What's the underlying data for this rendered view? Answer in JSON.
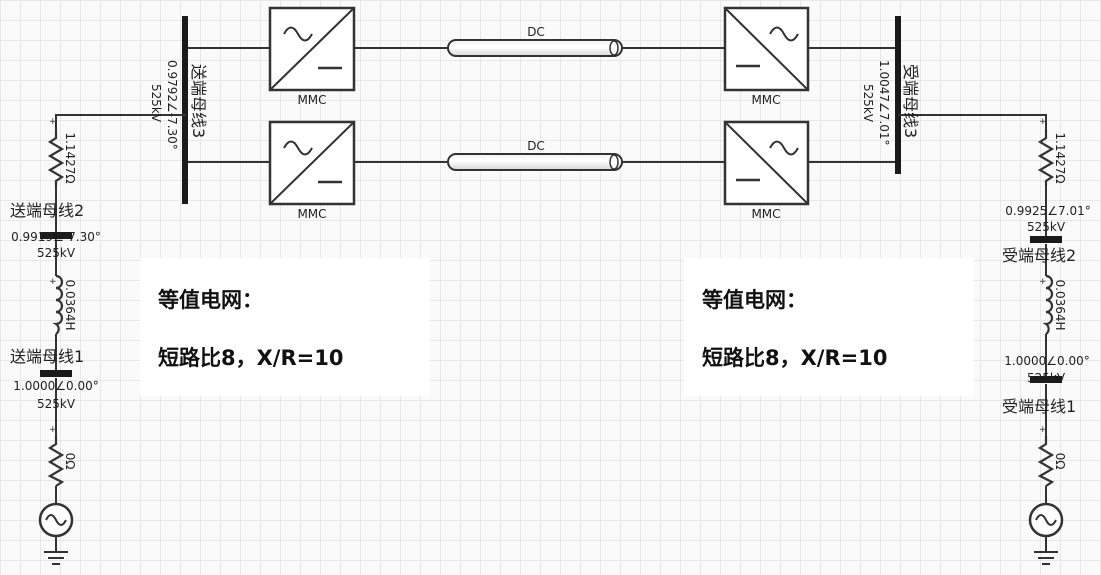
{
  "colors": {
    "wire": "#333333",
    "bus": "#1a1a1a",
    "label": "#222222",
    "grid": "#e8e8e8"
  },
  "converter_label": "MMC",
  "cable_label": "DC",
  "plus_sign": "+",
  "sending": {
    "bus3": {
      "name": "送端母线3",
      "voltage": "0.9792∠-7.30°",
      "kv": "525kV"
    },
    "bus2": {
      "name": "送端母线2",
      "voltage": "0.9919∠-7.30°",
      "kv": "525kV"
    },
    "bus1": {
      "name": "送端母线1",
      "voltage": "1.0000∠0.00°",
      "kv": "525kV"
    },
    "resistor": "1.1427Ω",
    "inductor": "0.0364H",
    "source_resistor": "0Ω"
  },
  "receiving": {
    "bus3": {
      "name": "受端母线3",
      "voltage": "1.0047∠7.01°",
      "kv": "525kV"
    },
    "bus2": {
      "name": "受端母线2",
      "voltage": "0.9925∠7.01°",
      "kv": "525kV"
    },
    "bus1": {
      "name": "受端母线1",
      "voltage": "1.0000∠0.00°",
      "kv": "525kV"
    },
    "resistor": "1.1427Ω",
    "inductor": "0.0364H",
    "source_resistor": "0Ω"
  },
  "notes": [
    {
      "line1": "等值电网：",
      "line2": "短路比8，X/R=10"
    },
    {
      "line1": "等值电网：",
      "line2": "短路比8，X/R=10"
    }
  ]
}
